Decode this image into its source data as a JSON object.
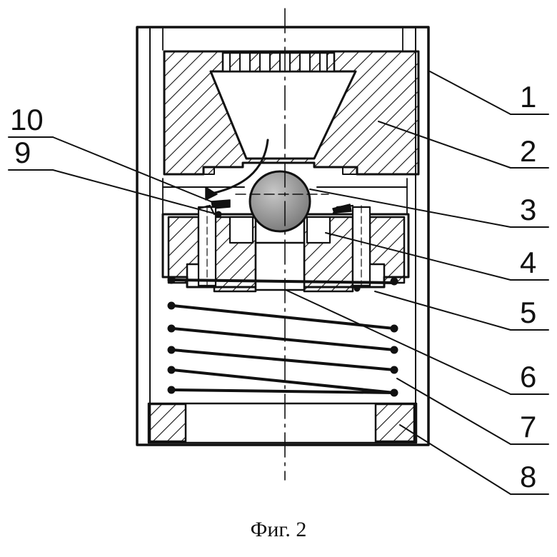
{
  "figure": {
    "caption": "Фиг. 2",
    "callouts": [
      "1",
      "2",
      "3",
      "4",
      "5",
      "6",
      "7",
      "8",
      "9",
      "10"
    ]
  },
  "colors": {
    "ink": "#111111",
    "ball": "#9a9a9a",
    "paper": "#ffffff"
  }
}
